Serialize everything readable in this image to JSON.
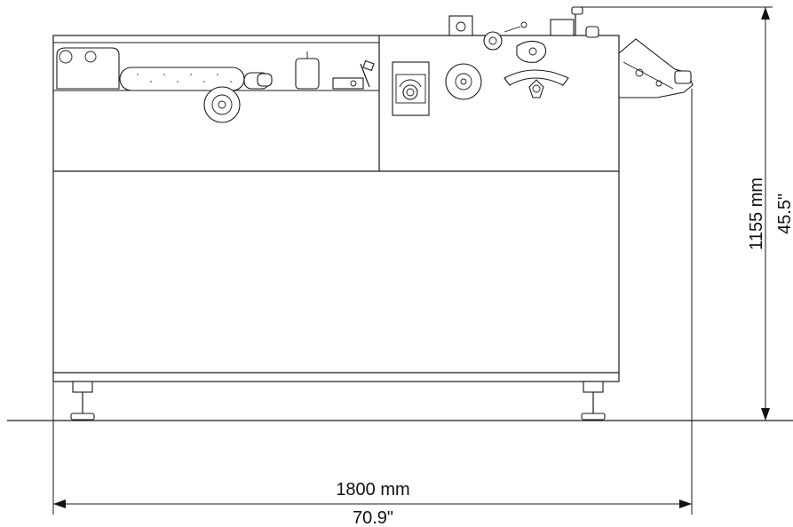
{
  "dimensions": {
    "width_metric": "1800 mm",
    "width_imperial": "70.9\"",
    "height_metric": "1155 mm",
    "height_imperial": "45.5\""
  }
}
